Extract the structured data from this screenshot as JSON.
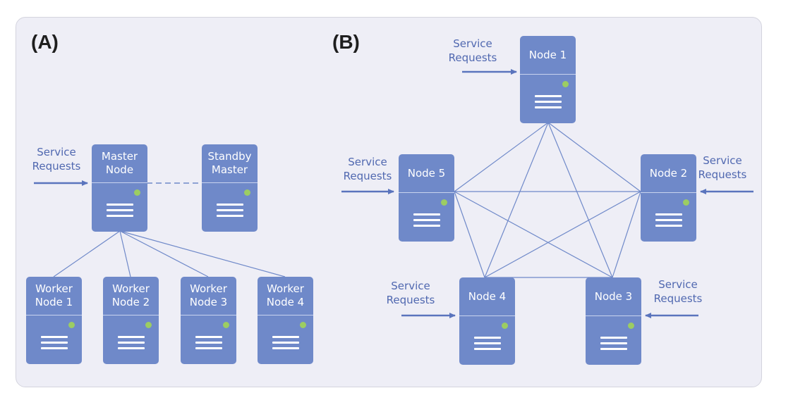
{
  "panels": {
    "a": {
      "label": "(A)"
    },
    "b": {
      "label": "(B)"
    }
  },
  "text": {
    "service_requests": "Service\nRequests"
  },
  "nodes": {
    "master": "Master\nNode",
    "standby": "Standby\nMaster",
    "worker1": "Worker\nNode 1",
    "worker2": "Worker\nNode 2",
    "worker3": "Worker\nNode 3",
    "worker4": "Worker\nNode 4",
    "n1": "Node 1",
    "n2": "Node 2",
    "n3": "Node 3",
    "n4": "Node 4",
    "n5": "Node 5"
  },
  "colors": {
    "server": "#6f89c9",
    "line": "#6f89c9",
    "text": "#5068b0",
    "led": "#9ccd62",
    "panel": "#eeeef6"
  }
}
